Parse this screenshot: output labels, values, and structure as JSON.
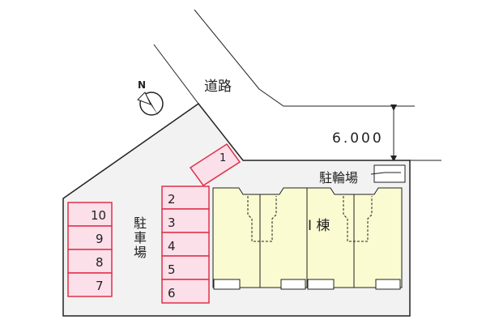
{
  "map": {
    "road_label": "道路",
    "road_width": "6.000",
    "compass_letter": "N",
    "bicycle_parking_label": "駐輪場",
    "building_label": "I 棟",
    "parking_label_chars": [
      "駐",
      "車",
      "場"
    ],
    "parking_spaces": [
      "1",
      "2",
      "3",
      "4",
      "5",
      "6",
      "10",
      "9",
      "8",
      "7"
    ],
    "colors": {
      "parking_fill": "#fbe0ea",
      "parking_stroke": "#e0304a",
      "building_fill": "#fbfbd2",
      "site_fill": "#f2f2f2"
    }
  }
}
